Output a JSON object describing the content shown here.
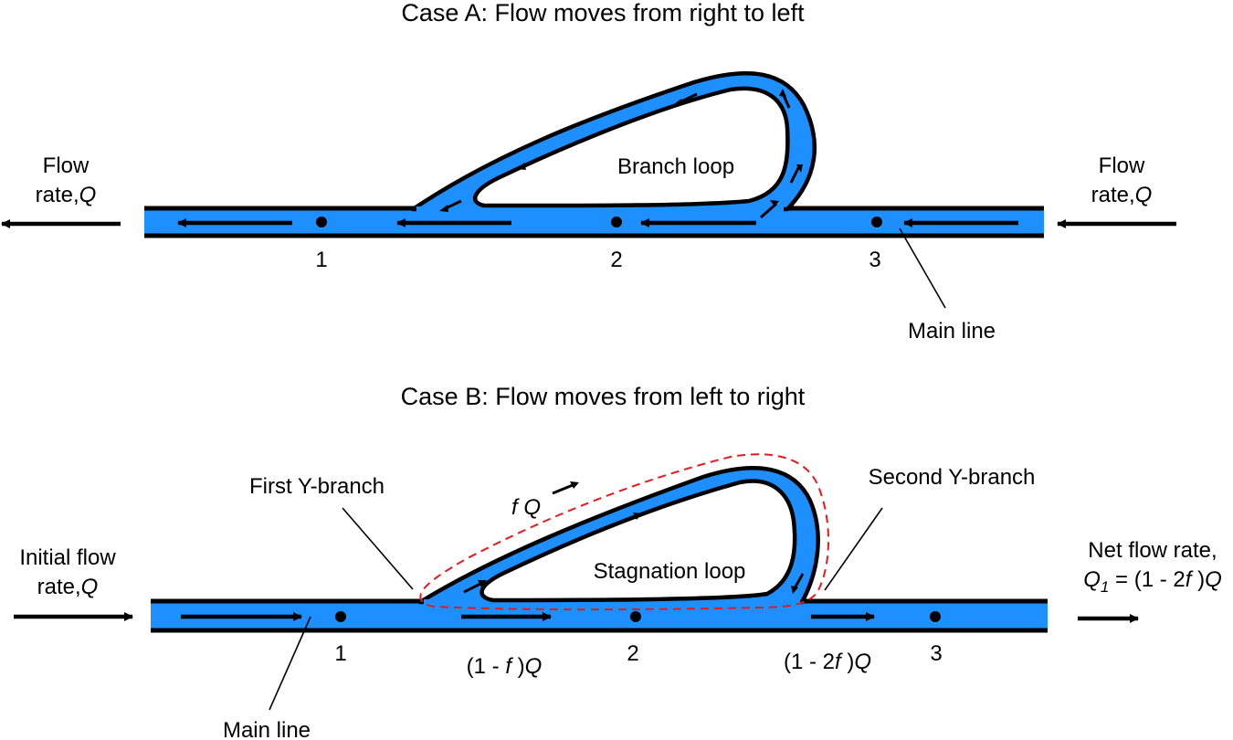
{
  "colors": {
    "pipe_blue": "#1E8FFF",
    "outline": "#000000",
    "control_volume_dashed": "#E8191C"
  },
  "case_a": {
    "title": "Case A: Flow moves from right to left",
    "left_label": {
      "line1": "Flow",
      "line2_prefix": "rate,",
      "line2_var": "Q"
    },
    "right_label": {
      "line1": "Flow",
      "line2_prefix": "rate,",
      "line2_var": "Q"
    },
    "loop_label": "Branch loop",
    "main_line_label": "Main line",
    "stations": [
      "1",
      "2",
      "3"
    ],
    "flow_direction": "right-to-left"
  },
  "case_b": {
    "title": "Case B: Flow moves from left to right",
    "left_label": {
      "line1": "Initial flow",
      "line2_prefix": "rate,",
      "line2_var": "Q"
    },
    "right_label": {
      "line1": "Net flow rate,",
      "line2_var": "Q",
      "line2_sub": "1",
      "line2_eq": " = (1 - 2",
      "line2_f": "f",
      "line2_end": " )",
      "line2_q": "Q"
    },
    "loop_label": "Stagnation loop",
    "first_branch_label": "First Y-branch",
    "second_branch_label": "Second Y-branch",
    "main_line_label": "Main line",
    "loop_flow": {
      "f": "f",
      "q": " Q"
    },
    "segment_flow_1": {
      "open": "(1 - ",
      "f": "f",
      "close": " )",
      "q": "Q"
    },
    "segment_flow_2": {
      "open": "(1 - 2",
      "f": "f",
      "close": " )",
      "q": "Q"
    },
    "stations": [
      "1",
      "2",
      "3"
    ],
    "flow_direction": "left-to-right"
  }
}
